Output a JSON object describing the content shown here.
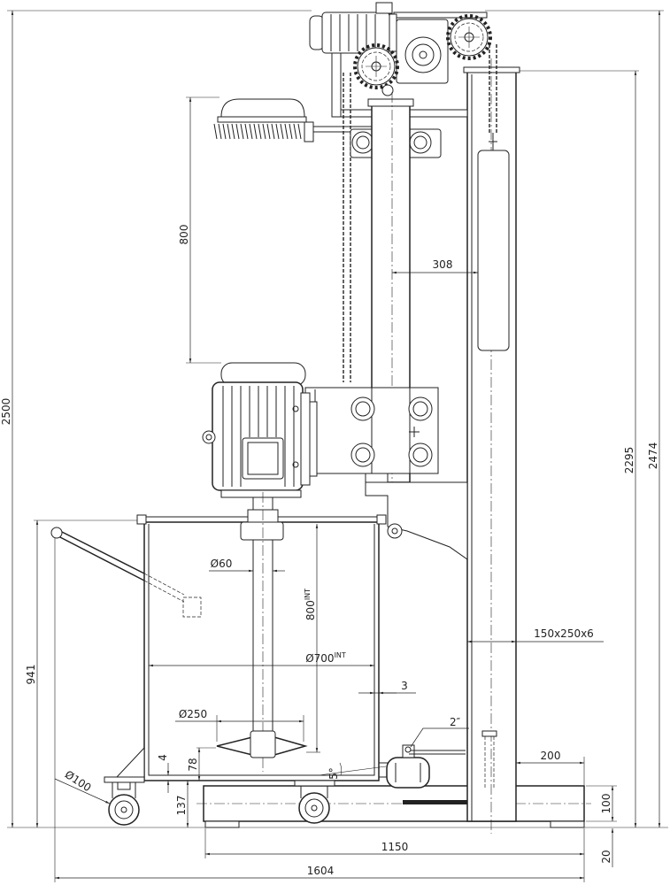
{
  "colors": {
    "line": "#222222",
    "background": "#ffffff"
  },
  "dimensions": {
    "overall_height": "2500",
    "lift_stroke": "800",
    "mast_offset": "308",
    "column_height": "2474",
    "column_top_height": "2295",
    "shaft_diameter": "Ø60",
    "tank_depth": {
      "value": "800",
      "sup": "INT"
    },
    "tank_diameter": {
      "value": "Ø700",
      "sup": "INT"
    },
    "column_section": "150x250x6",
    "wall_thickness": "3",
    "tank_height": "941",
    "impeller_diameter": "Ø250",
    "valve_size": "2″",
    "bottom_gap": "4",
    "impeller_clearance": "78",
    "slope": "5°",
    "beam_overhang": "200",
    "wheel_diameter": "Ø100",
    "caster_height": "137",
    "beam_height": "100",
    "base_length": "1150",
    "foot_height": "20",
    "overall_length": "1604"
  }
}
